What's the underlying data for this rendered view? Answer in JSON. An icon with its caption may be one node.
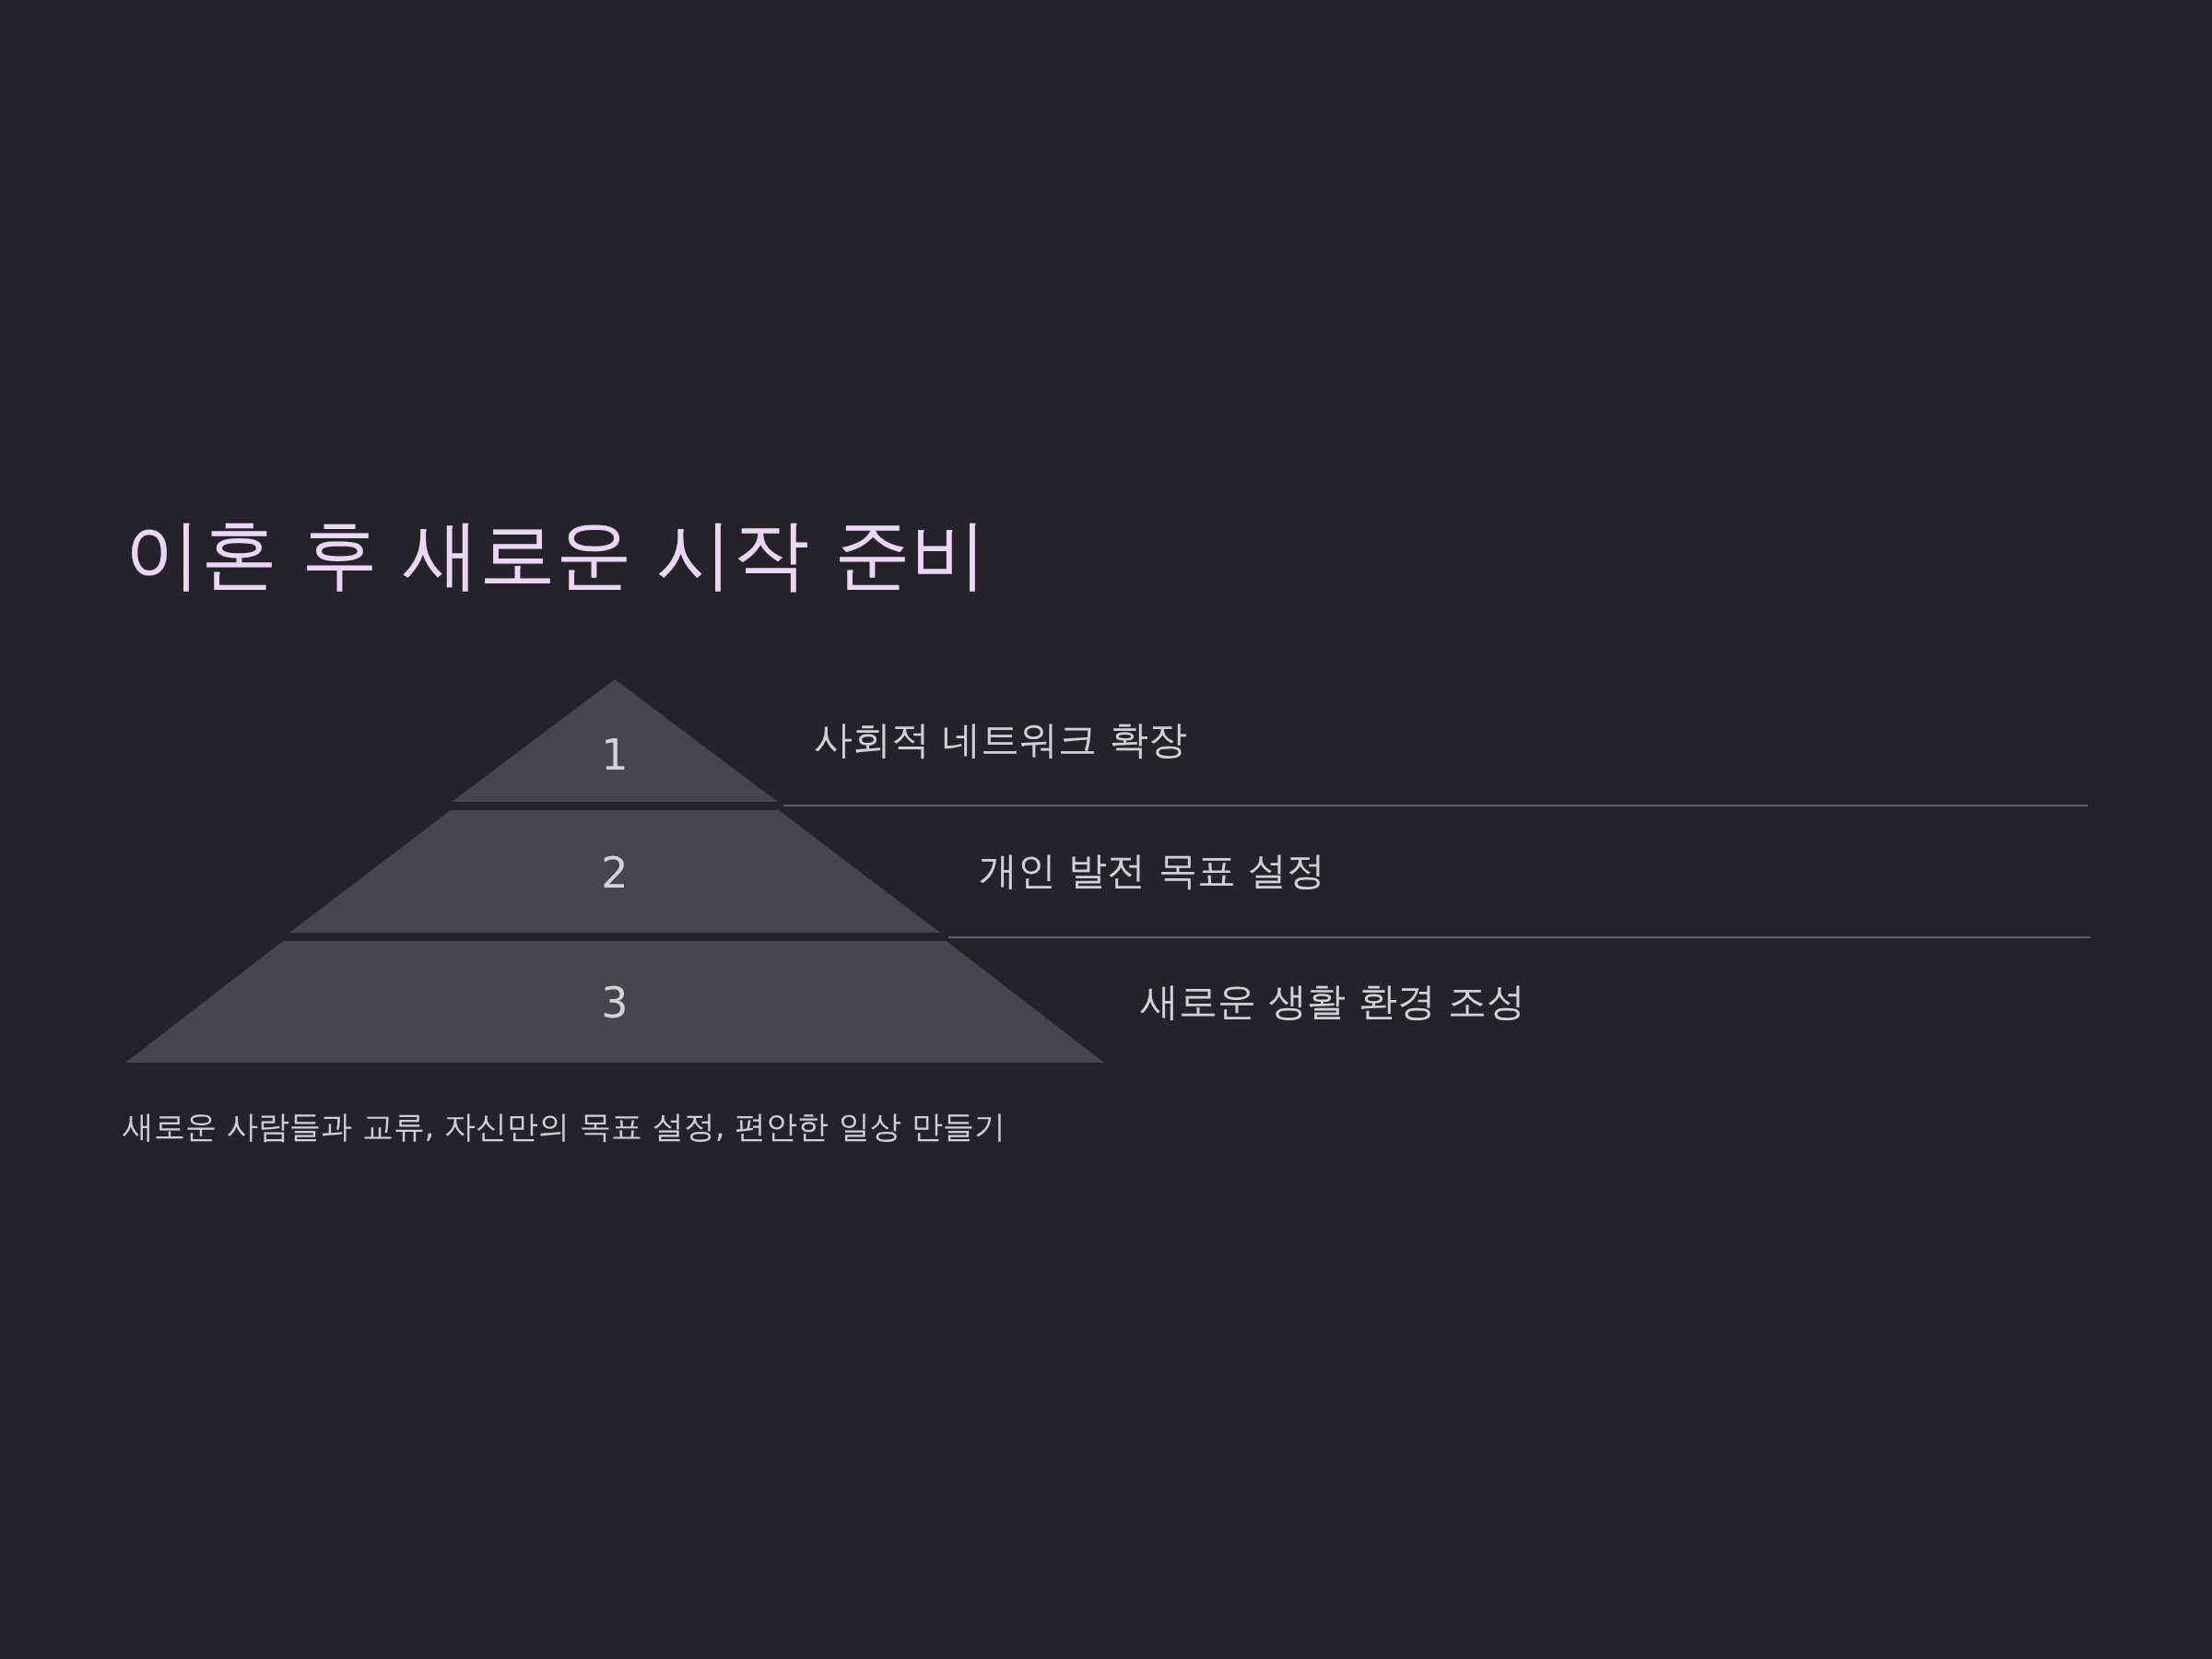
{
  "diagram": {
    "title": "이혼 후 새로운 시작 준비",
    "caption": "새로운 사람들과 교류, 자신만의 목표 설정, 편안한 일상 만들기",
    "nodes": [
      {
        "text": [
          "1"
        ],
        "beside": [
          "사회적 네트워크 확장"
        ]
      },
      {
        "text": [
          "2"
        ],
        "beside": [
          "개인 발전 목표 설정"
        ]
      },
      {
        "text": [
          "3"
        ],
        "beside": [
          "새로운 생활 환경 조성"
        ]
      }
    ]
  }
}
